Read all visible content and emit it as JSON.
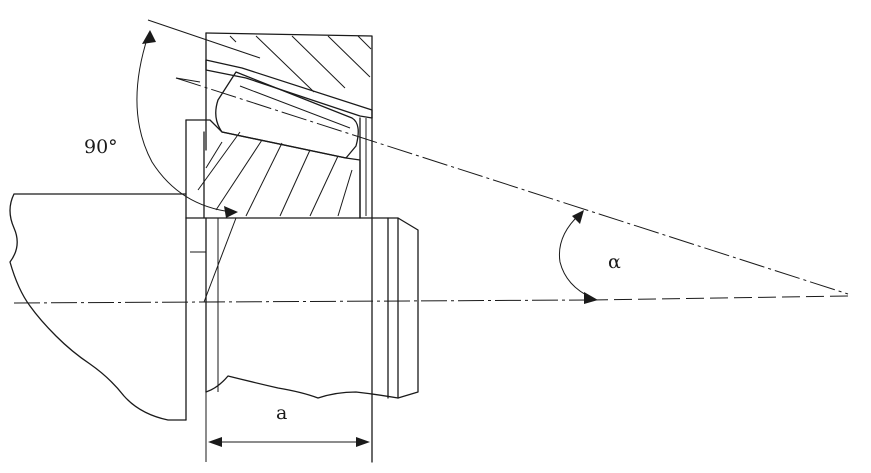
{
  "labels": {
    "angle_90": "90°",
    "alpha": "α",
    "dimension_a": "a"
  }
}
